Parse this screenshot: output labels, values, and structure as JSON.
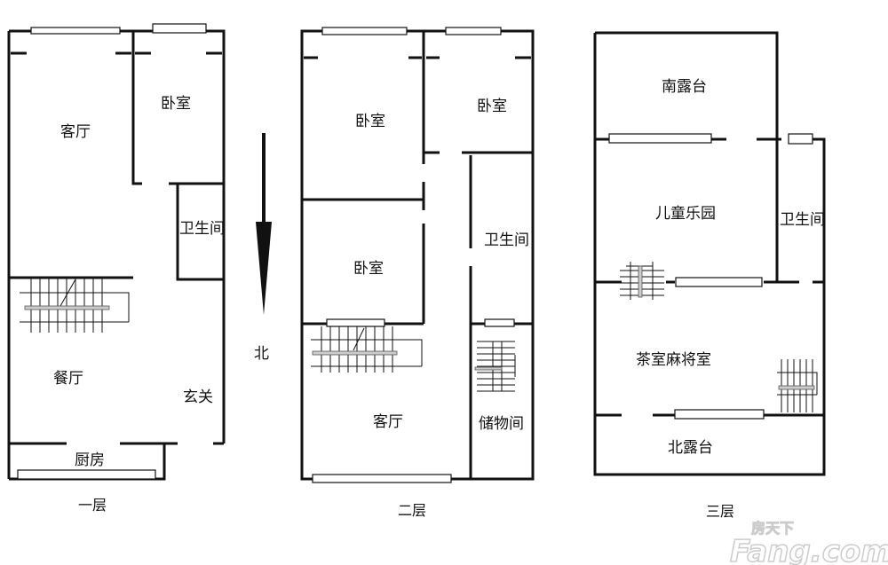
{
  "floors": [
    {
      "caption": "一层",
      "rooms": [
        "客厅",
        "卧室",
        "卫生间",
        "餐厅",
        "玄关",
        "厨房"
      ]
    },
    {
      "caption": "二层",
      "rooms": [
        "卧室",
        "卧室",
        "卧室",
        "卫生间",
        "客厅",
        "储物间"
      ]
    },
    {
      "caption": "三层",
      "rooms": [
        "南露台",
        "儿童乐园",
        "卫生间",
        "茶室麻将室",
        "北露台"
      ]
    }
  ],
  "compass": {
    "label": "北"
  },
  "watermark": {
    "brand": "Fang.com",
    "cn": "房天下"
  }
}
